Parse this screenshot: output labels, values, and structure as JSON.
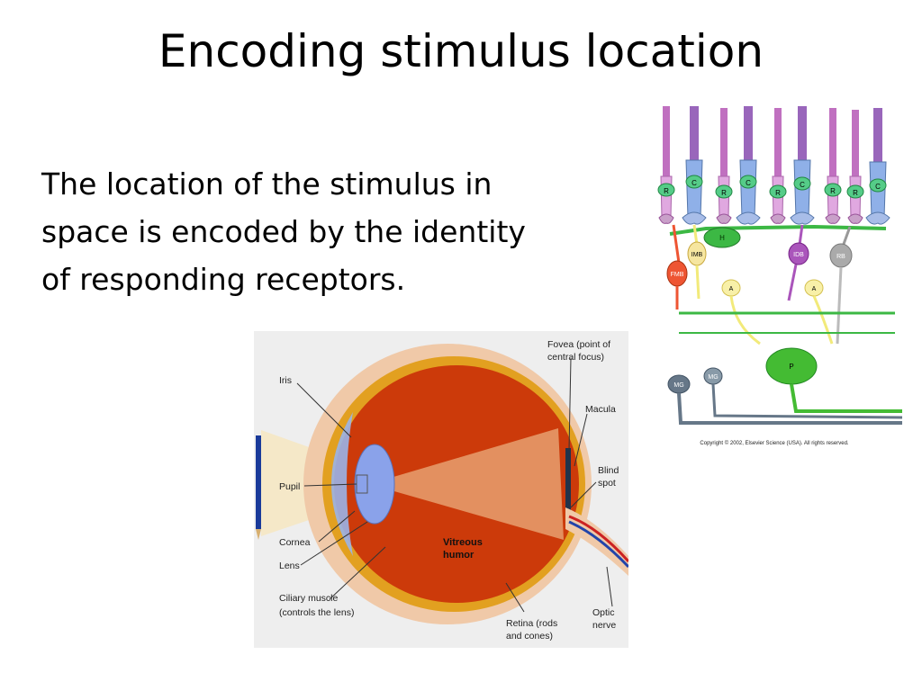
{
  "slide": {
    "title": "Encoding stimulus location",
    "body_lines": [
      "The location of the stimulus in",
      "space is encoded by the identity",
      "of responding receptors."
    ]
  },
  "retina_diagram": {
    "rod_label": "R",
    "cone_label": "C",
    "horizontal_label": "H",
    "labels": {
      "imb": "IMB",
      "idb": "IDB",
      "rb": "RB",
      "fmb": "FMB",
      "amacrine": "A",
      "ganglion_p": "P",
      "ganglion_mg": "MG"
    },
    "copyright": "Copyright © 2002, Elsevier Science (USA). All rights reserved."
  },
  "eye_diagram": {
    "labels": {
      "iris": "Iris",
      "pupil": "Pupil",
      "cornea": "Cornea",
      "lens": "Lens",
      "ciliary_line1": "Ciliary muscle",
      "ciliary_line2": "(controls the lens)",
      "fovea_line1": "Fovea (point of",
      "fovea_line2": "central focus)",
      "macula": "Macula",
      "blind_line1": "Blind",
      "blind_line2": "spot",
      "optic_line1": "Optic",
      "optic_line2": "nerve",
      "retina_line1": "Retina (rods",
      "retina_line2": "and cones)",
      "vitreous_line1": "Vitreous",
      "vitreous_line2": "humor"
    }
  },
  "colors": {
    "rod": "#cc88cc",
    "cone": "#7aa0e0",
    "horizontal": "#3cb844",
    "bipolar_yellow": "#f2ea7a",
    "idb": "#aa55bb",
    "rb": "#999999",
    "fmb": "#ee5533",
    "ganglion_p": "#44bb33",
    "ganglion_mg": "#667788",
    "sclera": "#f0c9a8",
    "eyeball": "#cc3a0a"
  }
}
